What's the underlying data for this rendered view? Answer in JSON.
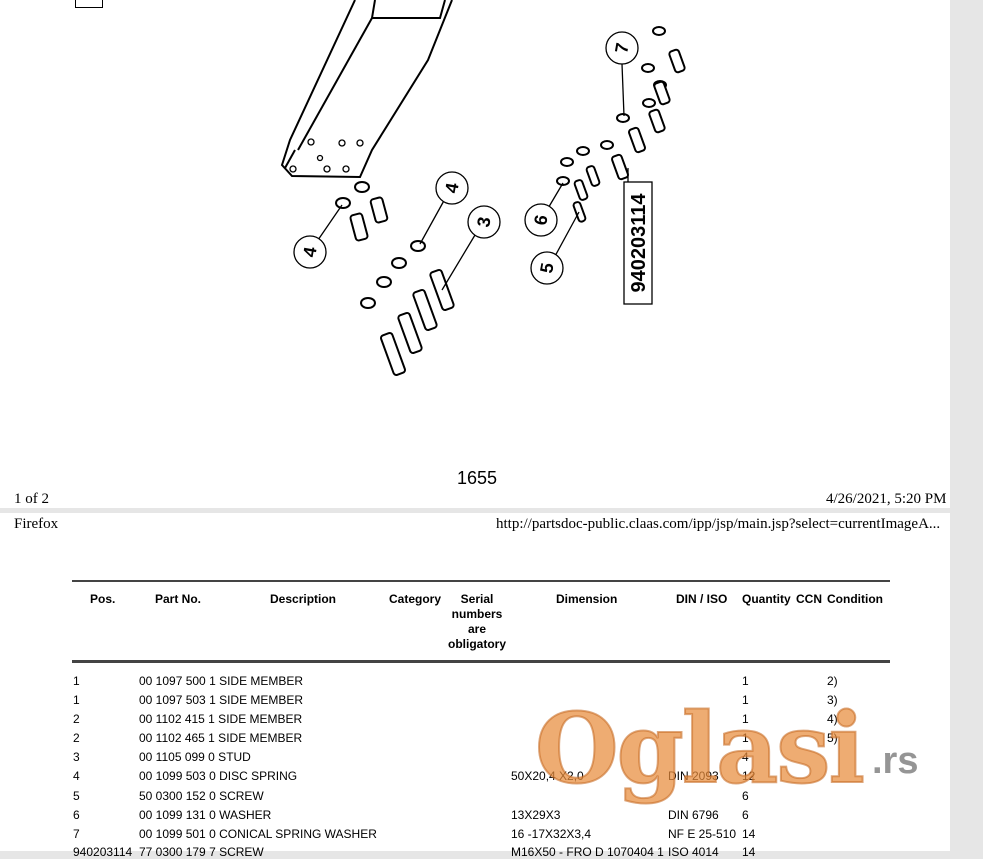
{
  "page1": {
    "page_number": "1655",
    "footer_left": "1 of 2",
    "footer_right": "4/26/2021, 5:20 PM",
    "callouts": [
      "7",
      "4",
      "4",
      "3",
      "6",
      "5"
    ],
    "part_number_box": "940203114"
  },
  "page2": {
    "header_left": "Firefox",
    "header_right": "http://partsdoc-public.claas.com/ipp/jsp/main.jsp?select=currentImageA..."
  },
  "table": {
    "headers": {
      "pos": "Pos.",
      "part_no": "Part No.",
      "description": "Description",
      "category": "Category",
      "serial": "Serial numbers are obligatory",
      "dimension": "Dimension",
      "din": "DIN / ISO",
      "quantity": "Quantity",
      "ccn": "CCN",
      "condition": "Condition"
    },
    "rows": [
      {
        "pos": "1",
        "part_desc": "00 1097 500 1 SIDE MEMBER",
        "dimension": "",
        "din": "",
        "qty": "1",
        "cond": "2)"
      },
      {
        "pos": "1",
        "part_desc": "00 1097 503 1 SIDE MEMBER",
        "dimension": "",
        "din": "",
        "qty": "1",
        "cond": "3)"
      },
      {
        "pos": "2",
        "part_desc": "00 1102 415 1 SIDE MEMBER",
        "dimension": "",
        "din": "",
        "qty": "1",
        "cond": "4)"
      },
      {
        "pos": "2",
        "part_desc": "00 1102 465 1 SIDE MEMBER",
        "dimension": "",
        "din": "",
        "qty": "1",
        "cond": "5)"
      },
      {
        "pos": "3",
        "part_desc": "00 1105 099 0 STUD",
        "dimension": "",
        "din": "",
        "qty": "4",
        "cond": ""
      },
      {
        "pos": "4",
        "part_desc": "00 1099 503 0 DISC SPRING",
        "dimension": "50X20,4 X2,0",
        "din": "DIN 2093",
        "qty": "12",
        "cond": ""
      },
      {
        "pos": "5",
        "part_desc": "50 0300 152 0 SCREW",
        "dimension": "",
        "din": "",
        "qty": "6",
        "cond": ""
      },
      {
        "pos": "6",
        "part_desc": "00 1099 131 0 WASHER",
        "dimension": "13X29X3",
        "din": "DIN 6796",
        "qty": "6",
        "cond": ""
      },
      {
        "pos": "7",
        "part_desc": "00 1099 501 0 CONICAL SPRING WASHER",
        "dimension": "16 -17X32X3,4",
        "din": "NF E 25-510",
        "qty": "14",
        "cond": ""
      },
      {
        "pos": "940203114",
        "part_desc": "77 0300 179 7 SCREW",
        "dimension": "M16X50 - FRO D 1070404 1",
        "din": "ISO 4014",
        "qty": "14",
        "cond": ""
      }
    ]
  },
  "watermark": {
    "brand": "Oglasi",
    "tld": ".rs",
    "color": "#e88c3c"
  }
}
